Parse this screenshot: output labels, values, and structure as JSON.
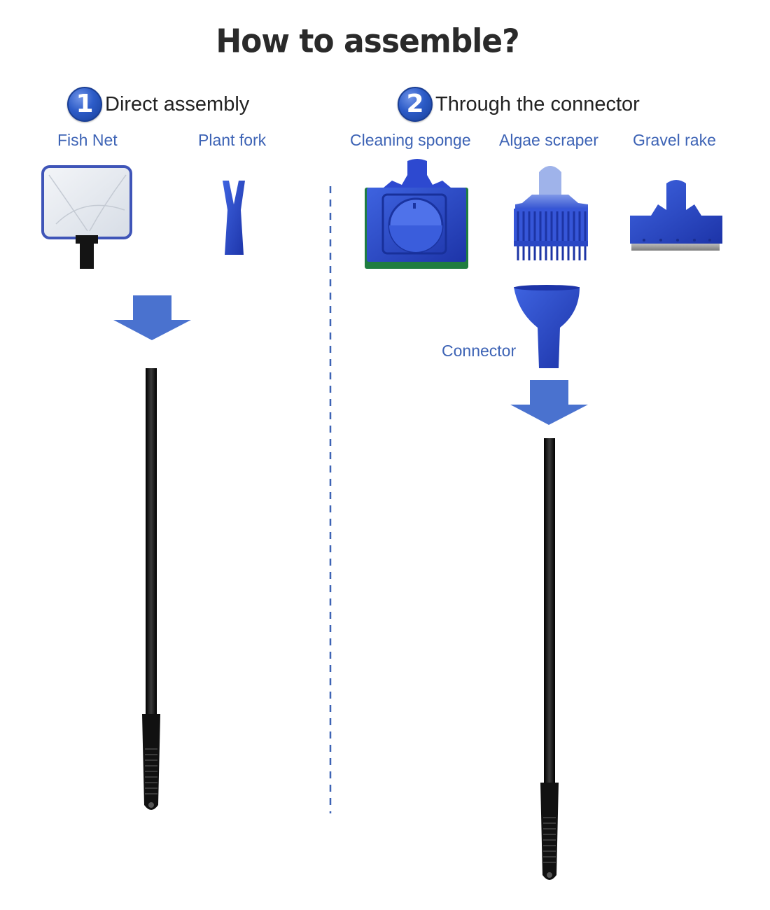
{
  "title": "How to assemble?",
  "section1": {
    "number": "1",
    "label": "Direct assembly",
    "items": [
      "Fish Net",
      "Plant fork"
    ]
  },
  "section2": {
    "number": "2",
    "label": "Through the connector",
    "items": [
      "Cleaning sponge",
      "Algae scraper",
      "Gravel rake"
    ],
    "connector_label": "Connector"
  },
  "colors": {
    "tool_blue": "#2748c8",
    "arrow_blue": "#4a72cf",
    "label_blue": "#3d63b5",
    "sponge_green": "#1d7a3c",
    "pole_black": "#111111",
    "divider": "#3d63b5"
  }
}
